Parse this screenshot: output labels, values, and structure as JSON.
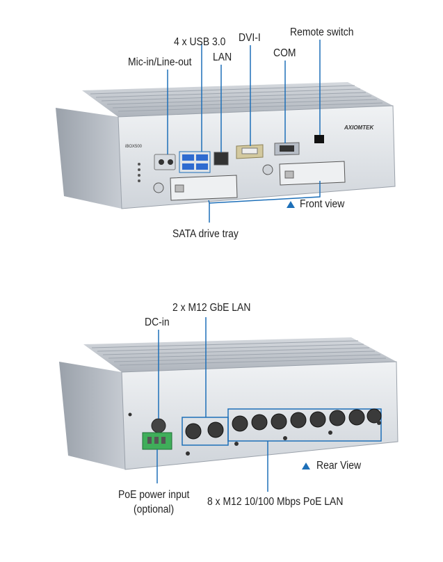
{
  "front": {
    "labels": {
      "usb": "4 x USB 3.0",
      "dvi": "DVI-I",
      "remote": "Remote switch",
      "micline": "Mic-in/Line-out",
      "lan": "LAN",
      "com": "COM",
      "sata": "SATA drive tray",
      "view": "Front view"
    },
    "device": {
      "brand": "AXIOMTEK",
      "model": "iBOX500"
    }
  },
  "rear": {
    "labels": {
      "m12lan": "2 x M12 GbE LAN",
      "dcin": "DC-in",
      "poe_input_1": "PoE power input",
      "poe_input_2": "(optional)",
      "poe_lan": "8 x M12 10/100 Mbps PoE LAN",
      "view": "Rear View"
    }
  },
  "colors": {
    "accent": "#1d6fb8",
    "chassis": "#c9ced5",
    "panel": "#e4e7eb",
    "connector_green": "#3fae5a"
  }
}
